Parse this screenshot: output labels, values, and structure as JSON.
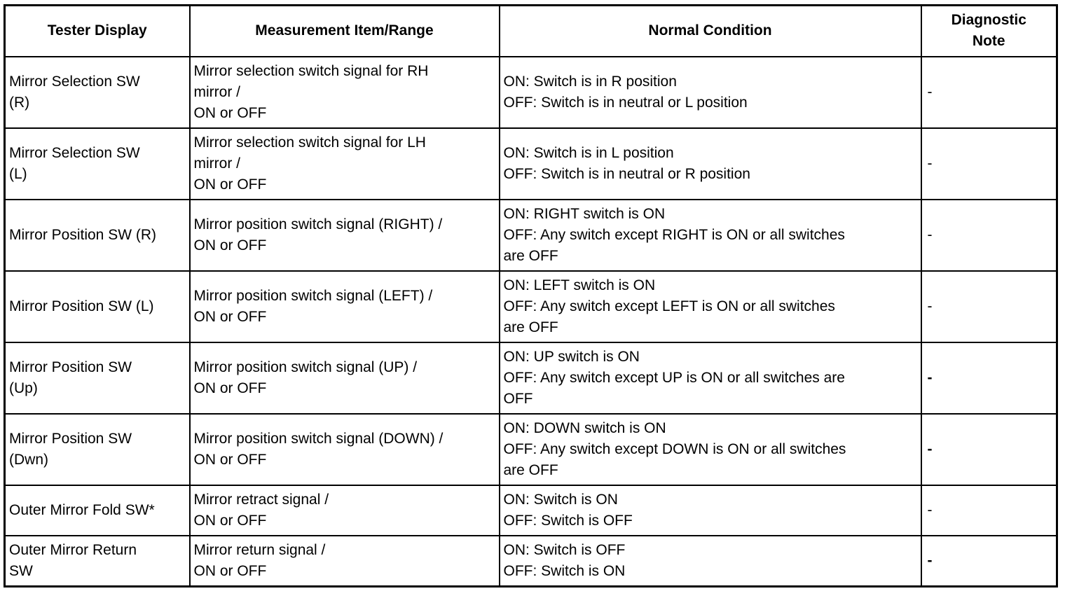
{
  "headers": {
    "tester_display": "Tester Display",
    "measurement": "Measurement Item/Range",
    "normal_condition": "Normal Condition",
    "diagnostic_note": "Diagnostic\nNote"
  },
  "rows": [
    {
      "tester_display": "Mirror Selection SW\n(R)",
      "measurement": "Mirror selection switch signal for RH\nmirror /\nON or OFF",
      "normal_condition": "ON: Switch is in R position\nOFF: Switch is in neutral or L position",
      "diagnostic_note": "-"
    },
    {
      "tester_display": "Mirror Selection SW\n(L)",
      "measurement": "Mirror selection switch signal for LH\nmirror /\nON or OFF",
      "normal_condition": "ON: Switch is in L position\nOFF: Switch is in neutral or R position",
      "diagnostic_note": "-"
    },
    {
      "tester_display": "Mirror Position SW (R)",
      "measurement": "Mirror position switch signal (RIGHT) /\nON or OFF",
      "normal_condition": "ON: RIGHT switch is ON\nOFF: Any switch except RIGHT is ON or all switches\nare OFF",
      "diagnostic_note": "-"
    },
    {
      "tester_display": "Mirror Position SW (L)",
      "measurement": "Mirror position switch signal (LEFT) /\nON or OFF",
      "normal_condition": "ON: LEFT switch is ON\nOFF: Any switch except LEFT is ON or all switches\nare OFF",
      "diagnostic_note": "-"
    },
    {
      "tester_display": "Mirror Position SW\n(Up)",
      "measurement": "Mirror position switch signal (UP) /\nON or OFF",
      "normal_condition": "ON: UP switch is ON\nOFF: Any switch except UP is ON or all switches are\nOFF",
      "diagnostic_note": "-"
    },
    {
      "tester_display": "Mirror Position SW\n(Dwn)",
      "measurement": "Mirror position switch signal (DOWN) /\nON or OFF",
      "normal_condition": "ON: DOWN switch is ON\nOFF: Any switch except DOWN is ON or all switches\nare OFF",
      "diagnostic_note": "-"
    },
    {
      "tester_display": "Outer Mirror Fold SW*",
      "measurement": "Mirror retract signal /\nON or OFF",
      "normal_condition": "ON: Switch is ON\nOFF: Switch is OFF",
      "diagnostic_note": "-"
    },
    {
      "tester_display": "Outer Mirror Return\nSW",
      "measurement": "Mirror return signal /\nON or OFF",
      "normal_condition": "ON: Switch is OFF\nOFF: Switch is ON",
      "diagnostic_note": "-"
    }
  ]
}
